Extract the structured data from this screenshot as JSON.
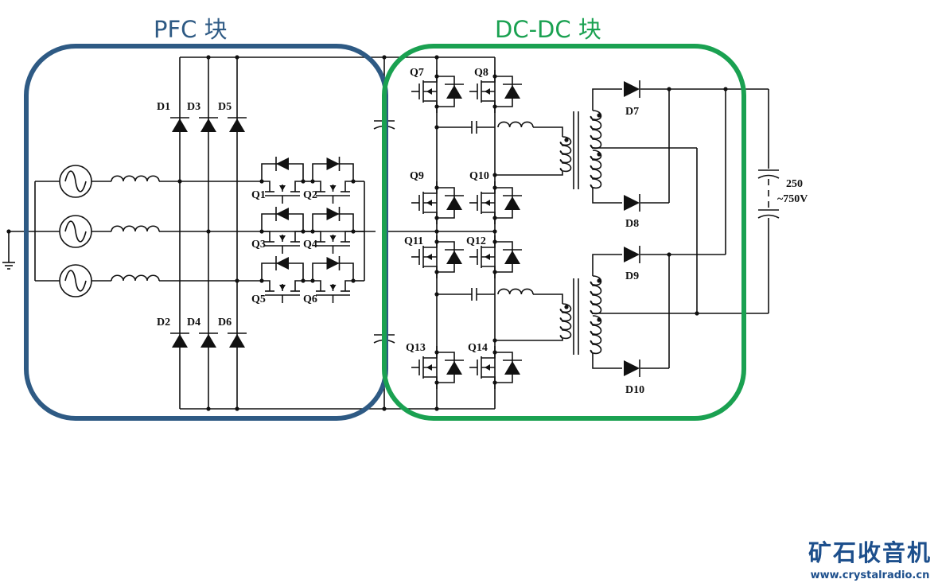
{
  "titles": {
    "pfc_block": "PFC 块",
    "dcdc_block": "DC-DC 块"
  },
  "colors": {
    "pfc_block": "#2e5a84",
    "dcdc_block": "#1aa151",
    "wire": "#111111",
    "logo": "#1d4f8c"
  },
  "components": {
    "diodes_pfc": [
      "D1",
      "D3",
      "D5",
      "D2",
      "D4",
      "D6"
    ],
    "switches_pfc": [
      "Q1",
      "Q2",
      "Q3",
      "Q4",
      "Q5",
      "Q6"
    ],
    "switches_dcdc": [
      "Q7",
      "Q8",
      "Q9",
      "Q10",
      "Q11",
      "Q12",
      "Q13",
      "Q14"
    ],
    "diodes_output": [
      "D7",
      "D8",
      "D9",
      "D10"
    ],
    "output_cap": {
      "line1": "250",
      "line2": "~750V"
    }
  },
  "logo": {
    "name": "矿石收音机",
    "url": "www.crystalradio.cn"
  }
}
